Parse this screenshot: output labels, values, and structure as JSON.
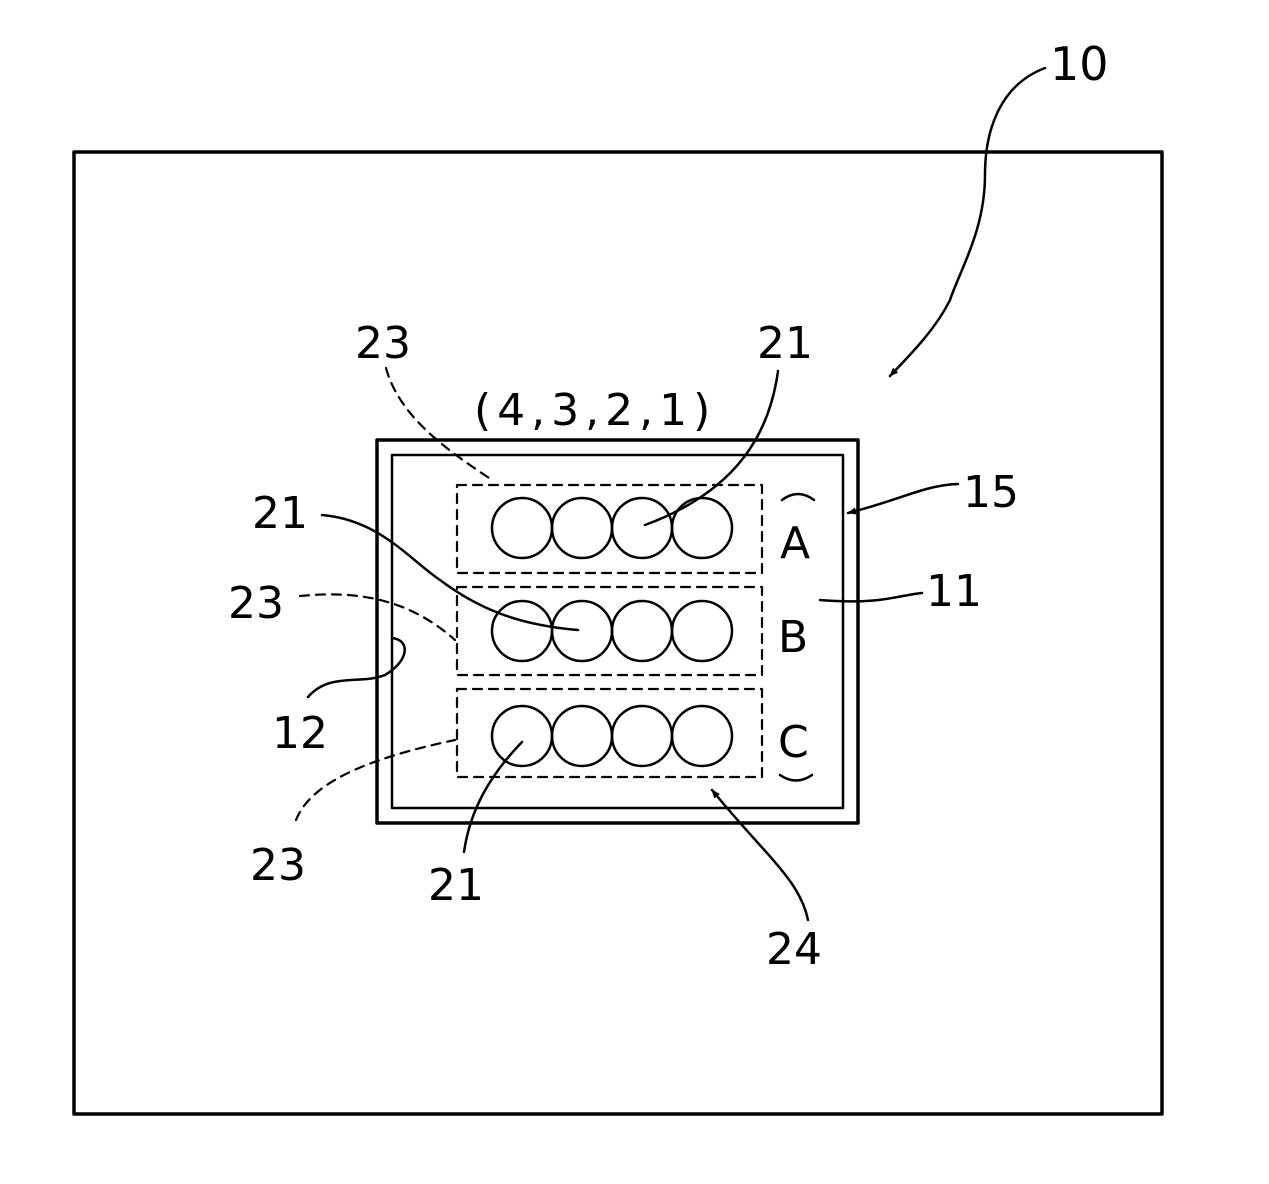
{
  "labels": {
    "device": "10",
    "frame": "15",
    "surface": "11",
    "edge": "12",
    "region_top": "23",
    "region_mid": "23",
    "region_bot": "23",
    "element_top": "21",
    "element_mid": "21",
    "element_bot": "21",
    "array": "24",
    "column_order": "(4,3,2,1)",
    "row_a": "A",
    "row_b": "B",
    "row_c": "C"
  }
}
